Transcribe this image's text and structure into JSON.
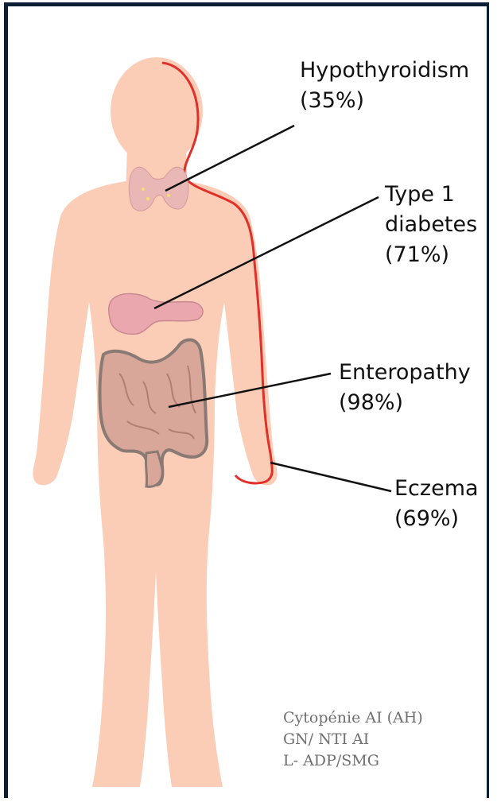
{
  "labels": {
    "hypothyroidism": {
      "name": "Hypothyroidism",
      "pct": "(35%)"
    },
    "type1_diabetes": {
      "line1": "Type 1",
      "line2": "diabetes",
      "pct": "(71%)"
    },
    "enteropathy": {
      "name": "Enteropathy",
      "pct": "(98%)"
    },
    "eczema": {
      "name": "Eczema",
      "pct": "(69%)"
    }
  },
  "notes": [
    "Cytopénie AI (AH)",
    "GN/ NTI AI",
    "L- ADP/SMG"
  ],
  "colors": {
    "body": "#fbcdb7",
    "skin_outline": "#e0302a",
    "thyroid": "#e9b8b6",
    "pancreas": "#eaa7ad",
    "intestine": "#d9a69a",
    "intestine_outline": "#8a7a74",
    "border": "#0b1e35",
    "notes_text": "#707070"
  }
}
